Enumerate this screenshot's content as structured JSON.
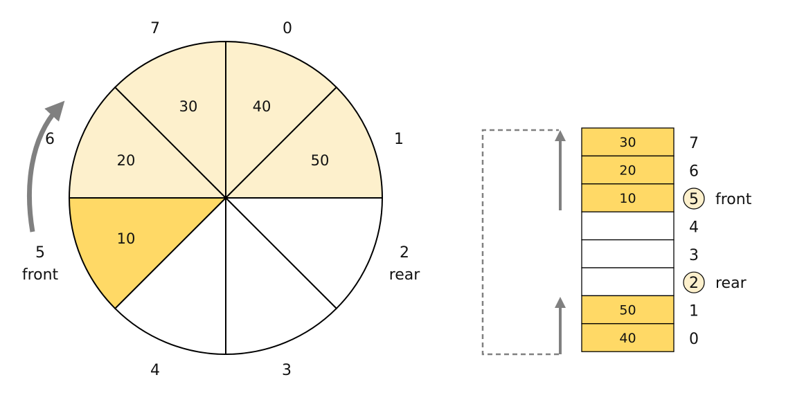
{
  "colors": {
    "light_fill": "#fdf0cc",
    "highlight_fill": "#ffd966",
    "empty_fill": "#ffffff",
    "stroke": "#000000",
    "arrow": "#808080",
    "circle_fill": "#fdf0cc"
  },
  "circle": {
    "sectors": [
      {
        "index": "0",
        "value": "40",
        "state": "filled"
      },
      {
        "index": "1",
        "value": "50",
        "state": "filled"
      },
      {
        "index": "2",
        "value": "",
        "state": "empty"
      },
      {
        "index": "3",
        "value": "",
        "state": "empty"
      },
      {
        "index": "4",
        "value": "",
        "state": "empty"
      },
      {
        "index": "5",
        "value": "10",
        "state": "highlight"
      },
      {
        "index": "6",
        "value": "20",
        "state": "filled"
      },
      {
        "index": "7",
        "value": "30",
        "state": "filled"
      }
    ],
    "front_label": "front",
    "rear_label": "rear",
    "front_index": "5",
    "rear_index": "2"
  },
  "table": {
    "rows": [
      {
        "index": "7",
        "value": "30",
        "filled": true,
        "tag": ""
      },
      {
        "index": "6",
        "value": "20",
        "filled": true,
        "tag": ""
      },
      {
        "index": "5",
        "value": "10",
        "filled": true,
        "tag": "front"
      },
      {
        "index": "4",
        "value": "",
        "filled": false,
        "tag": ""
      },
      {
        "index": "3",
        "value": "",
        "filled": false,
        "tag": ""
      },
      {
        "index": "2",
        "value": "",
        "filled": false,
        "tag": "rear"
      },
      {
        "index": "1",
        "value": "50",
        "filled": true,
        "tag": ""
      },
      {
        "index": "0",
        "value": "40",
        "filled": true,
        "tag": ""
      }
    ]
  }
}
